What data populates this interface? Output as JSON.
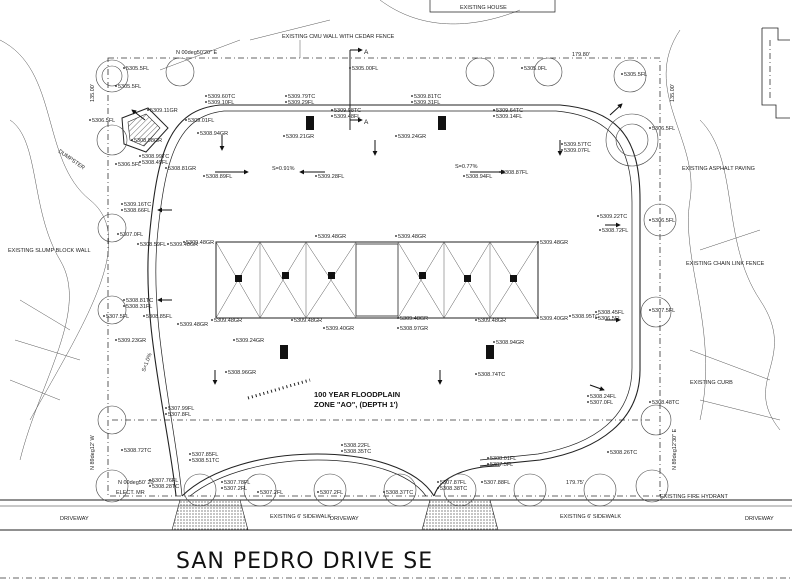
{
  "title_notes": {
    "existing_house": "EXISTING HOUSE",
    "bearing_north": "N 00deg50'20\" E",
    "bearing_east": "N 89deg12'30\" E",
    "bearing_west": "N 89deg12' W",
    "bearing_south": "N 00deg50' 20",
    "dim_top": "179.80'",
    "dim_bottom": "179.75'",
    "dim_left": "135.00'",
    "dim_right": "135.00'",
    "section_a": "A"
  },
  "street_name": "SAN  PEDRO  DRIVE  SE",
  "floodplain": {
    "line1": "100 YEAR FLOODPLAIN",
    "line2": "ZONE \"AO\", (DEPTH 1')"
  },
  "callouts": {
    "cmu_wall": "EXISTING CMU WALL WITH CEDAR FENCE",
    "slump_block": "EXISTING SLUMP BLOCK WALL",
    "asphalt": "EXISTING ASPHALT PAVING",
    "chain_link": "EXISTING CHAIN LINK FENCE",
    "curb": "EXISTING CURB",
    "driveway": "DRIVEWAY",
    "sidewalk": "EXISTING 6' SIDEWALK",
    "dumpster": "DUMPSTER",
    "elect": "ELECT. MR",
    "fire_hydrant": "EXISTING FIRE HYDRANT"
  },
  "elevations": [
    {
      "id": "e1",
      "text": "5305.5FL"
    },
    {
      "id": "e2",
      "text": "5305.5FL"
    },
    {
      "id": "e3",
      "text": "5306.5FL"
    },
    {
      "id": "e4",
      "text": "5309.11GR"
    },
    {
      "id": "e5",
      "text": "5309.01FL"
    },
    {
      "id": "e6",
      "text": "5308.98GR"
    },
    {
      "id": "e7",
      "text": "5308.94GR"
    },
    {
      "id": "e8",
      "text": "5308.99TC"
    },
    {
      "id": "e9",
      "text": "5308.49FL"
    },
    {
      "id": "e10",
      "text": "5308.81GR"
    },
    {
      "id": "e11",
      "text": "5306.5FL"
    },
    {
      "id": "e12",
      "text": "5309.60TC"
    },
    {
      "id": "e13",
      "text": "5309.10FL"
    },
    {
      "id": "e14",
      "text": "5309.79TC"
    },
    {
      "id": "e15",
      "text": "5309.29FL"
    },
    {
      "id": "e16",
      "text": "5305.00FL"
    },
    {
      "id": "e17",
      "text": "5309.98TC"
    },
    {
      "id": "e18",
      "text": "5309.48FL"
    },
    {
      "id": "e19",
      "text": "5309.81TC"
    },
    {
      "id": "e20",
      "text": "5309.31FL"
    },
    {
      "id": "e21",
      "text": "5309.64TC"
    },
    {
      "id": "e22",
      "text": "5309.14FL"
    },
    {
      "id": "e23",
      "text": "5305.0FL"
    },
    {
      "id": "e24",
      "text": "5305.5FL"
    },
    {
      "id": "e25",
      "text": "5309.21GR"
    },
    {
      "id": "e26",
      "text": "5309.24GR"
    },
    {
      "id": "e27",
      "text": "5309.57TC"
    },
    {
      "id": "e28",
      "text": "5309.07FL"
    },
    {
      "id": "e29",
      "text": "5306.5FL"
    },
    {
      "id": "e30",
      "text": "5308.89FL"
    },
    {
      "id": "e31",
      "text": "5309.28FL"
    },
    {
      "id": "e32",
      "text": "5308.94FL"
    },
    {
      "id": "e33",
      "text": "5308.87FL"
    },
    {
      "id": "e34",
      "text": "5309.16TC"
    },
    {
      "id": "e35",
      "text": "5308.66FL"
    },
    {
      "id": "e36",
      "text": "5309.22TC"
    },
    {
      "id": "e37",
      "text": "5308.72FL"
    },
    {
      "id": "e38",
      "text": "5306.5FL"
    },
    {
      "id": "e39",
      "text": "5307.0FL"
    },
    {
      "id": "e40",
      "text": "5309.48GR"
    },
    {
      "id": "e41",
      "text": "5309.48GR"
    },
    {
      "id": "e42",
      "text": "5309.48GR"
    },
    {
      "id": "e43",
      "text": "5309.48GR"
    },
    {
      "id": "e44",
      "text": "5309.48GR"
    },
    {
      "id": "e45",
      "text": "5308.59FL"
    },
    {
      "id": "e46",
      "text": "5308.81TC"
    },
    {
      "id": "e47",
      "text": "5308.31FL"
    },
    {
      "id": "e48",
      "text": "5307.5FL"
    },
    {
      "id": "e49",
      "text": "5308.85FL"
    },
    {
      "id": "e50",
      "text": "5309.48GR"
    },
    {
      "id": "e51",
      "text": "5309.48GR"
    },
    {
      "id": "e52",
      "text": "5309.48GR"
    },
    {
      "id": "e53",
      "text": "5309.48GR"
    },
    {
      "id": "e54",
      "text": "5309.48GR"
    },
    {
      "id": "e55",
      "text": "5309.40GR"
    },
    {
      "id": "e56",
      "text": "5309.40GR"
    },
    {
      "id": "e57",
      "text": "5308.97GR"
    },
    {
      "id": "e58",
      "text": "5308.95TC"
    },
    {
      "id": "e59",
      "text": "5308.45FL"
    },
    {
      "id": "e60",
      "text": "5306.5FL"
    },
    {
      "id": "e61",
      "text": "5307.5FL"
    },
    {
      "id": "e62",
      "text": "5309.23GR"
    },
    {
      "id": "e63",
      "text": "5309.24GR"
    },
    {
      "id": "e64",
      "text": "5308.94GR"
    },
    {
      "id": "e65",
      "text": "5308.96GR"
    },
    {
      "id": "e66",
      "text": "5308.74TC"
    },
    {
      "id": "e67",
      "text": "5308.24FL"
    },
    {
      "id": "e68",
      "text": "5307.0FL"
    },
    {
      "id": "e69",
      "text": "5308.48TC"
    },
    {
      "id": "e70",
      "text": "5307.99FL"
    },
    {
      "id": "e71",
      "text": "5307.8FL"
    },
    {
      "id": "e72",
      "text": "5308.72TC"
    },
    {
      "id": "e73",
      "text": "5308.22FL"
    },
    {
      "id": "e74",
      "text": "5308.35TC"
    },
    {
      "id": "e75",
      "text": "5307.85FL"
    },
    {
      "id": "e76",
      "text": "5308.51TC"
    },
    {
      "id": "e77",
      "text": "5308.01FL"
    },
    {
      "id": "e78",
      "text": "5307.5FL"
    },
    {
      "id": "e79",
      "text": "5308.26TC"
    },
    {
      "id": "e80",
      "text": "5307.76FL"
    },
    {
      "id": "e81",
      "text": "5308.28TC"
    },
    {
      "id": "e82",
      "text": "5307.78FL"
    },
    {
      "id": "e83",
      "text": "5307.2FL"
    },
    {
      "id": "e84",
      "text": "5307.2FL"
    },
    {
      "id": "e85",
      "text": "5307.2FL"
    },
    {
      "id": "e86",
      "text": "5308.37TC"
    },
    {
      "id": "e87",
      "text": "5307.87FL"
    },
    {
      "id": "e88",
      "text": "5308.38TC"
    },
    {
      "id": "e89",
      "text": "5307.88FL"
    }
  ],
  "slopes": {
    "s1": "S=0.91%",
    "s2": "S=0.77%",
    "s3": "S=1.0%"
  }
}
